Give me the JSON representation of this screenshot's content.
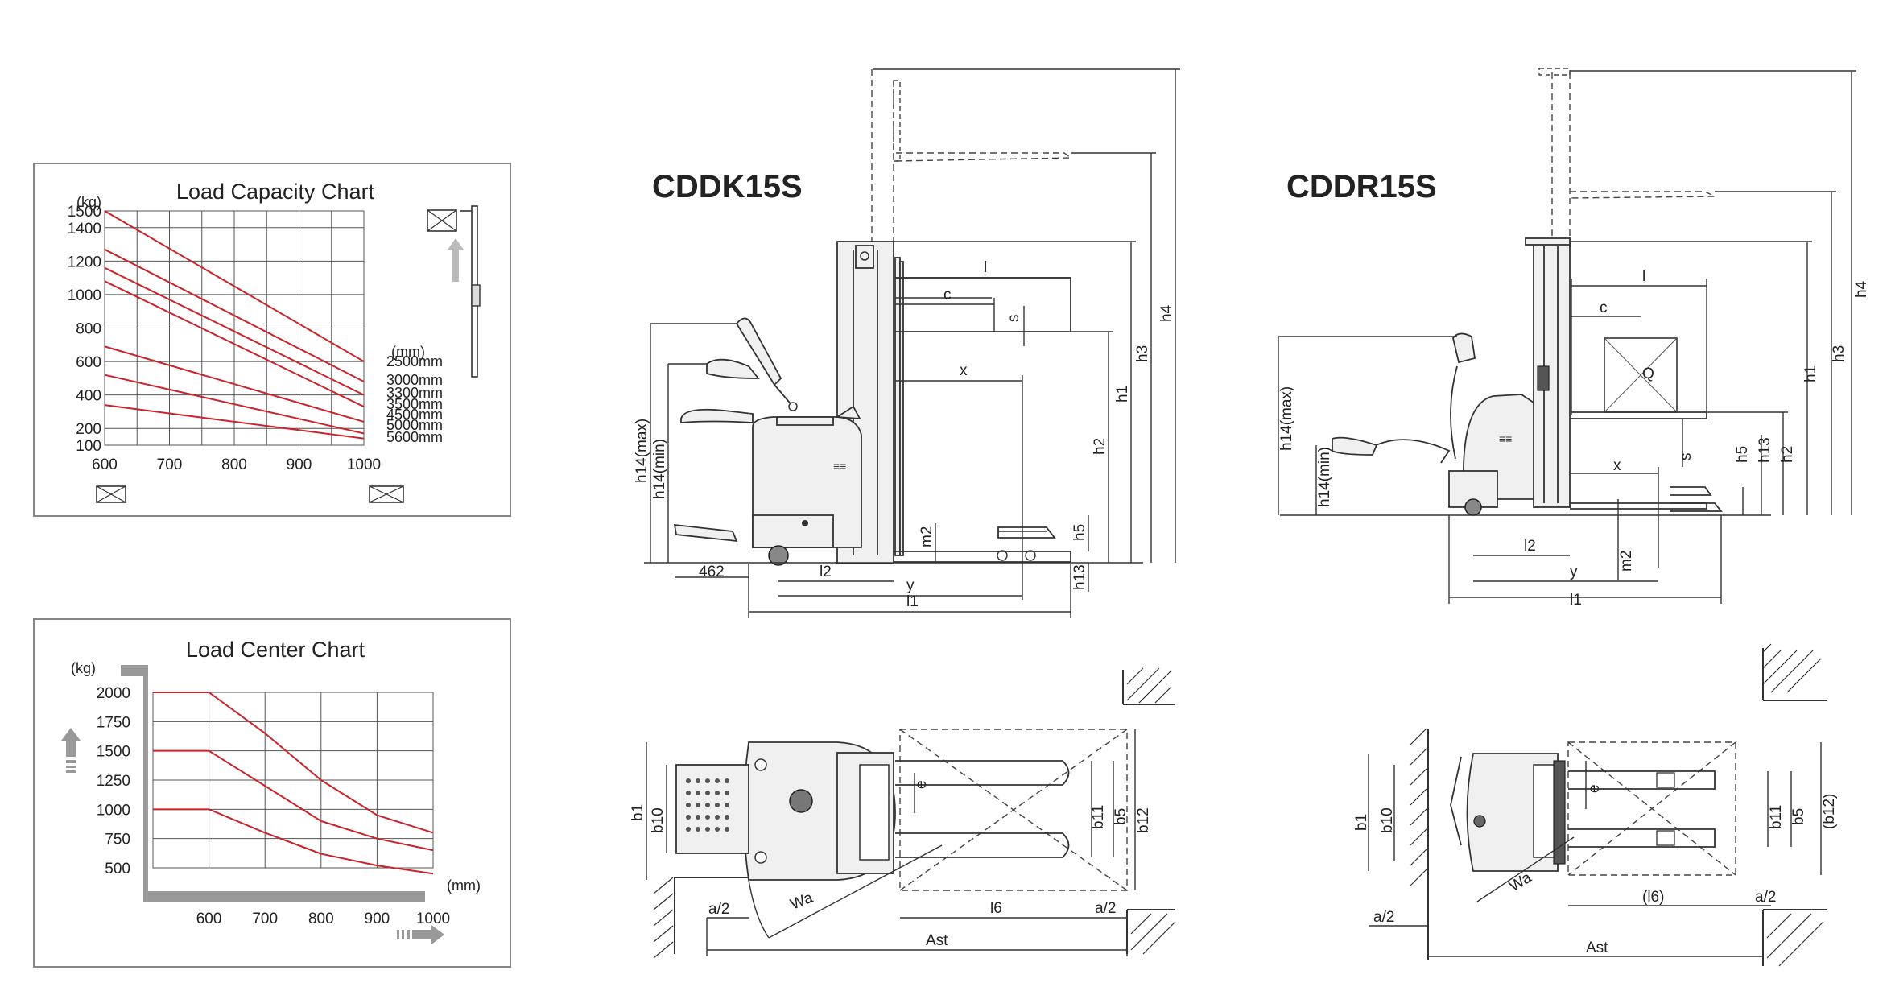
{
  "load_capacity_chart": {
    "title": "Load Capacity Chart",
    "y_unit": "(kg)",
    "x_unit": "(mm)",
    "y_ticks": [
      "1500",
      "1400",
      "1200",
      "1000",
      "800",
      "600",
      "400",
      "200",
      "100"
    ],
    "x_ticks": [
      "600",
      "700",
      "800",
      "900",
      "1000"
    ],
    "legend_unit": "(mm)",
    "series_labels": [
      "2500mm",
      "3000mm",
      "3300mm",
      "3500mm",
      "4500mm",
      "5000mm",
      "5600mm"
    ]
  },
  "load_center_chart": {
    "title": "Load Center Chart",
    "y_unit": "(kg)",
    "x_unit": "(mm)",
    "y_ticks": [
      "2000",
      "1750",
      "1500",
      "1250",
      "1000",
      "750",
      "500"
    ],
    "x_ticks": [
      "600",
      "700",
      "800",
      "900",
      "1000"
    ]
  },
  "chart_data": [
    {
      "type": "line",
      "title": "Load Capacity Chart",
      "xlabel": "(mm)",
      "ylabel": "(kg)",
      "xlim": [
        600,
        1000
      ],
      "ylim": [
        100,
        1500
      ],
      "grid": true,
      "series": [
        {
          "name": "2500mm",
          "x": [
            600,
            1000
          ],
          "y": [
            1500,
            600
          ]
        },
        {
          "name": "3000mm",
          "x": [
            600,
            1000
          ],
          "y": [
            1270,
            480
          ]
        },
        {
          "name": "3300mm",
          "x": [
            600,
            1000
          ],
          "y": [
            1160,
            400
          ]
        },
        {
          "name": "3500mm",
          "x": [
            600,
            1000
          ],
          "y": [
            1080,
            330
          ]
        },
        {
          "name": "4500mm",
          "x": [
            600,
            1000
          ],
          "y": [
            690,
            240
          ]
        },
        {
          "name": "5000mm",
          "x": [
            600,
            1000
          ],
          "y": [
            520,
            170
          ]
        },
        {
          "name": "5600mm",
          "x": [
            600,
            1000
          ],
          "y": [
            340,
            140
          ]
        }
      ]
    },
    {
      "type": "line",
      "title": "Load Center Chart",
      "xlabel": "(mm)",
      "ylabel": "(kg)",
      "xlim": [
        500,
        1000
      ],
      "ylim": [
        500,
        2000
      ],
      "grid": true,
      "series": [
        {
          "x": [
            500,
            600,
            700,
            800,
            900,
            1000
          ],
          "y": [
            2000,
            2000,
            1650,
            1250,
            950,
            800
          ]
        },
        {
          "x": [
            500,
            600,
            700,
            800,
            900,
            1000
          ],
          "y": [
            1500,
            1500,
            1200,
            900,
            750,
            650
          ]
        },
        {
          "x": [
            500,
            600,
            700,
            800,
            900,
            1000
          ],
          "y": [
            1000,
            1000,
            800,
            620,
            520,
            450
          ]
        }
      ]
    }
  ],
  "models": {
    "left": "CDDK15S",
    "right": "CDDR15S"
  },
  "dims_left_side": {
    "l": "l",
    "c": "c",
    "s": "s",
    "x": "x",
    "h4": "h4",
    "h3": "h3",
    "h1": "h1",
    "h2": "h2",
    "h14max": "h14(max)",
    "h14min": "h14(min)",
    "m2": "m2",
    "h5": "h5",
    "h13": "h13",
    "d462": "462",
    "l2": "l2",
    "y": "y",
    "l1": "l1"
  },
  "dims_left_top": {
    "b1": "b1",
    "b10": "b10",
    "e": "e",
    "b11": "b11",
    "b5": "b5",
    "b12": "b12",
    "a2a": "a/2",
    "wa": "Wa",
    "l6": "l6",
    "a2b": "a/2",
    "ast": "Ast"
  },
  "dims_right_side": {
    "l": "l",
    "c": "c",
    "q": "Q",
    "s": "s",
    "x": "x",
    "h4": "h4",
    "h3": "h3",
    "h1": "h1",
    "h2": "h2",
    "h13": "h13",
    "h5": "h5",
    "h14max": "h14(max)",
    "h14min": "h14(min)",
    "m2": "m2",
    "l2": "l2",
    "y": "y",
    "l1": "l1"
  },
  "dims_right_top": {
    "b1": "b1",
    "b10": "b10",
    "e": "e",
    "b11": "b11",
    "b5": "b5",
    "b12": "(b12)",
    "wa": "Wa",
    "a2a": "a/2",
    "l6": "(l6)",
    "a2b": "a/2",
    "ast": "Ast"
  }
}
